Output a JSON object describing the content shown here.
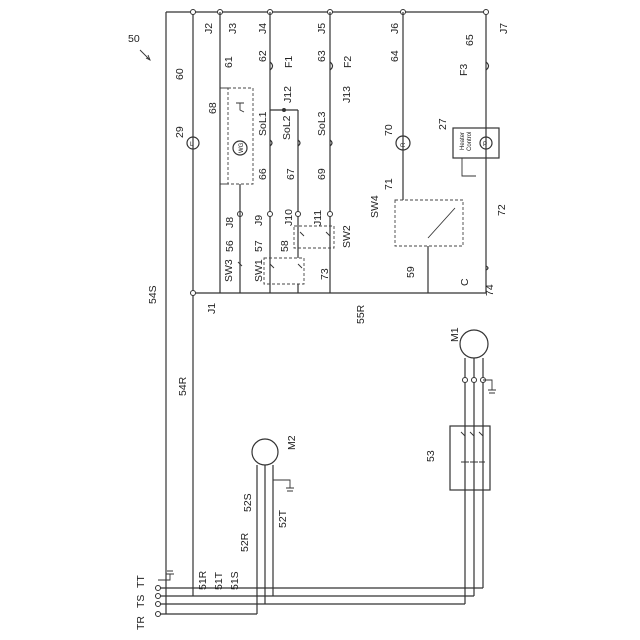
{
  "figure_ref": "50",
  "junctions": [
    "J1",
    "J2",
    "J3",
    "J4",
    "J5",
    "J6",
    "J7",
    "J8",
    "J9",
    "J10",
    "J11",
    "J12",
    "J13"
  ],
  "wires": {
    "w51R": "51R",
    "w51T": "51T",
    "w51S": "51S",
    "w52R": "52R",
    "w52S": "52S",
    "w52T": "52T",
    "w53": "53",
    "w54S": "54S",
    "w54R": "54R",
    "w55R": "55R",
    "w56": "56",
    "w57": "57",
    "w58": "58",
    "w59": "59",
    "w60": "60",
    "w61": "61",
    "w62": "62",
    "w63": "63",
    "w64": "64",
    "w65": "65",
    "w66": "66",
    "w67": "67",
    "w68": "68",
    "w69": "69",
    "w70": "70",
    "w71": "71",
    "w72": "72",
    "w73": "73",
    "w74": "74",
    "w27": "27",
    "w29": "29"
  },
  "terminals": {
    "TR": "TR",
    "TS": "TS",
    "TT": "TT"
  },
  "fuses": {
    "F1": "F1",
    "F2": "F2",
    "F3": "F3"
  },
  "solenoids": {
    "SoL1": "SoL1",
    "SoL2": "SoL2",
    "SoL3": "SoL3"
  },
  "switches": {
    "SW1": "SW1",
    "SW2": "SW2",
    "SW3": "SW3",
    "SW4": "SW4"
  },
  "motors": {
    "M1": "M1",
    "M2": "M2"
  },
  "components": {
    "lamp": "L",
    "timer": "WG",
    "relay": "R",
    "pump": "P",
    "heater_l1": "Heater",
    "heater_l2": "Control",
    "capacitor": "C"
  }
}
